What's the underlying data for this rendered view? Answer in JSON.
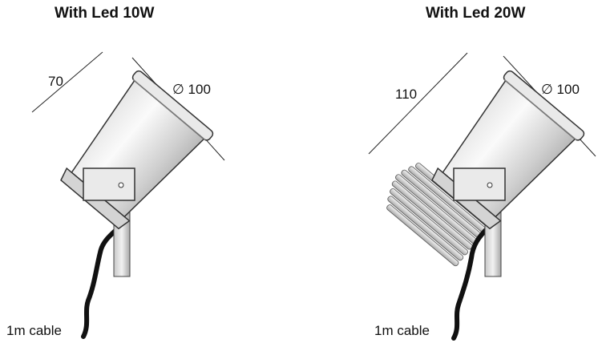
{
  "left": {
    "title": "With Led 10W",
    "depth": "70",
    "diameter": "∅ 100",
    "cable": "1m cable"
  },
  "right": {
    "title": "With Led 20W",
    "depth": "110",
    "diameter": "∅ 100",
    "cable": "1m cable"
  }
}
